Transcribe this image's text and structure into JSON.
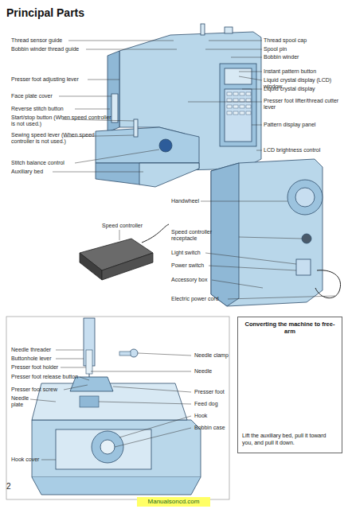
{
  "diagram": {
    "title": "Principal Parts",
    "nodes": [
      {
        "text": [
          "Converting the machine to free-arm",
          "Lift the auxiliary bed, pull it toward you, and pull it down."
        ]
      },
      {
        "text": [
          "Manualsoncd.com"
        ]
      }
    ],
    "labels": [
      "Thread sensor guide",
      "Bobbin winder thread guide",
      "Thread spool cap",
      "Spool pin",
      "Bobbin winder",
      "Instant pattern button",
      "Liquid crystal display (LCD) window",
      "Liquid crystal display",
      "Presser foot adjusting lever",
      "Face plate cover",
      "Presser foot lifter/thread cutter lever",
      "Reverse stitch button",
      "Start/stop button (When speed controller is not used.)",
      "Pattern display panel",
      "Sewing speed lever (When speed controller is not used.)",
      "LCD brightness control",
      "Stitch balance control",
      "Auxiliary bed",
      "Handwheel",
      "Speed controller",
      "Speed controller receptacle",
      "Light switch",
      "Power switch",
      "Accessory box",
      "Electric power cord",
      "Needle threader",
      "Needle clamp",
      "Buttonhole lever",
      "Presser foot holder",
      "Presser foot release button",
      "Needle",
      "Presser foot screw",
      "Presser foot",
      "Needle plate",
      "Feed dog",
      "Hook",
      "Bobbin case",
      "Hook cover",
      "2"
    ]
  }
}
